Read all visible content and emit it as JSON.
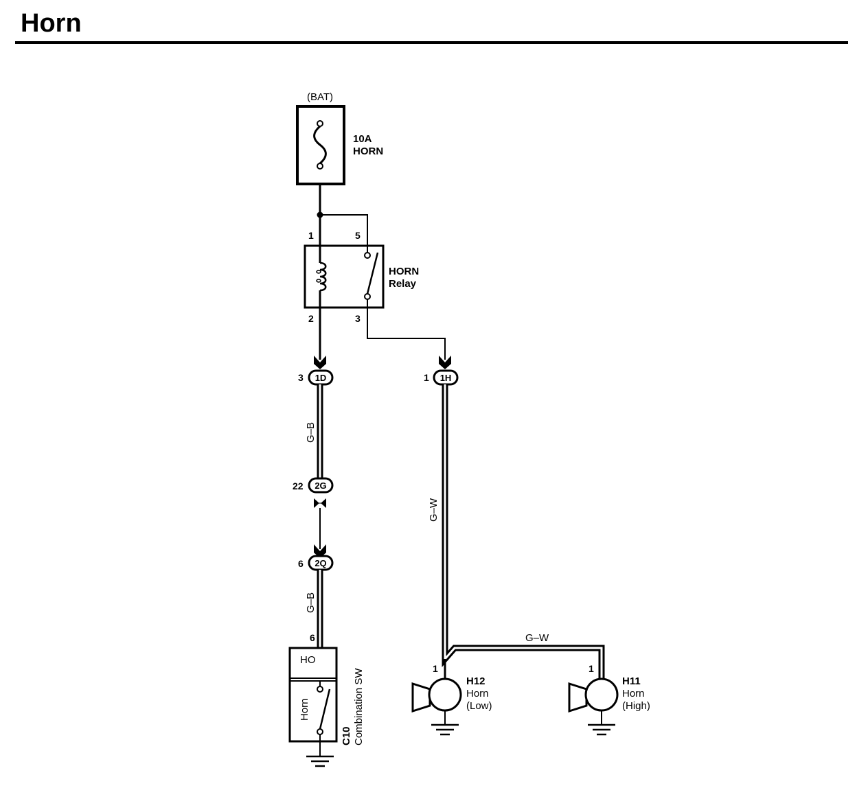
{
  "page": {
    "title": "Horn"
  },
  "fuse": {
    "source": "(BAT)",
    "rating": "10A",
    "name": "HORN"
  },
  "relay": {
    "name": "HORN",
    "type": "Relay",
    "pins": {
      "p1": "1",
      "p5": "5",
      "p2": "2",
      "p3": "3"
    }
  },
  "connectors": {
    "c1D": {
      "id": "1D",
      "pin": "3"
    },
    "c1H": {
      "id": "1H",
      "pin": "1"
    },
    "c2G": {
      "id": "2G",
      "pin": "22"
    },
    "c2Q": {
      "id": "2Q",
      "pin": "6"
    }
  },
  "wires": {
    "gb_upper": "G–B",
    "gb_lower": "G–B",
    "gw_vertical": "G–W",
    "gw_horizontal": "G–W"
  },
  "combination_switch": {
    "code": "C10",
    "name": "Combination SW",
    "terminal": "HO",
    "switch_label": "Horn",
    "pin": "6"
  },
  "horn_low": {
    "code": "H12",
    "name": "Horn",
    "detail": "(Low)",
    "pin": "1"
  },
  "horn_high": {
    "code": "H11",
    "name": "Horn",
    "detail": "(High)",
    "pin": "1"
  }
}
